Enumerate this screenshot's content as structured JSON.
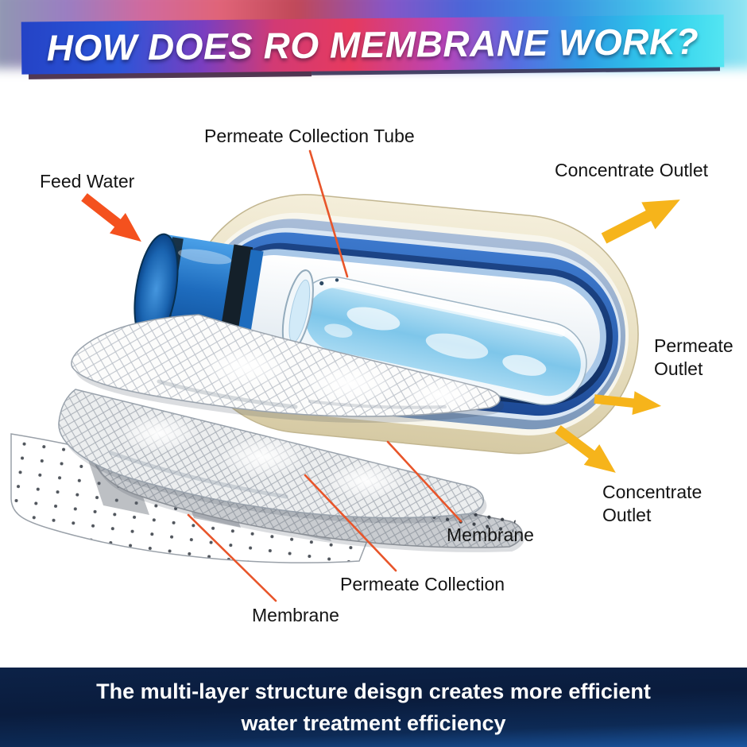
{
  "header": {
    "title": "HOW DOES RO MEMBRANE WORK?"
  },
  "diagram": {
    "labels": {
      "permeate_collection_tube": "Permeate Collection Tube",
      "feed_water": "Feed Water",
      "concentrate_outlet_top": "Concentrate Outlet",
      "permeate_outlet": "Permeate Outlet",
      "concentrate_outlet_bottom": "Concentrate Outlet",
      "membrane_upper": "Membrane",
      "permeate_collection": "Permeate Collection",
      "membrane_lower": "Membrane"
    }
  },
  "footer": {
    "line1": "The multi-layer structure deisgn creates more efficient",
    "line2": "water treatment efficiency"
  },
  "colors": {
    "feed_arrow_orange": "#F4511E",
    "outlet_arrow_yellow": "#F6B41B",
    "leader_line_red": "#E8552A",
    "shell_cream": "#E9E0C2",
    "housing_blue": "#1E6CBE",
    "footer_navy": "#0B1D3E"
  }
}
